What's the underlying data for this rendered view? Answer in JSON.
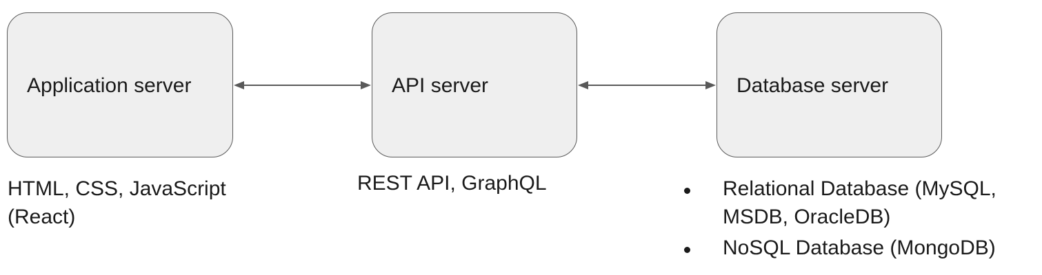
{
  "nodes": {
    "application": {
      "label": "Application server"
    },
    "api": {
      "label": "API server"
    },
    "database": {
      "label": "Database server"
    }
  },
  "notes": {
    "application": "HTML, CSS, JavaScript (React)",
    "api": "REST API, GraphQL",
    "database": [
      "Relational Database (MySQL, MSDB, OracleDB)",
      "NoSQL Database (MongoDB)"
    ]
  },
  "colors": {
    "node_fill": "#efefef",
    "node_border": "#595959",
    "arrow": "#595959",
    "text": "#1a1a1a"
  }
}
